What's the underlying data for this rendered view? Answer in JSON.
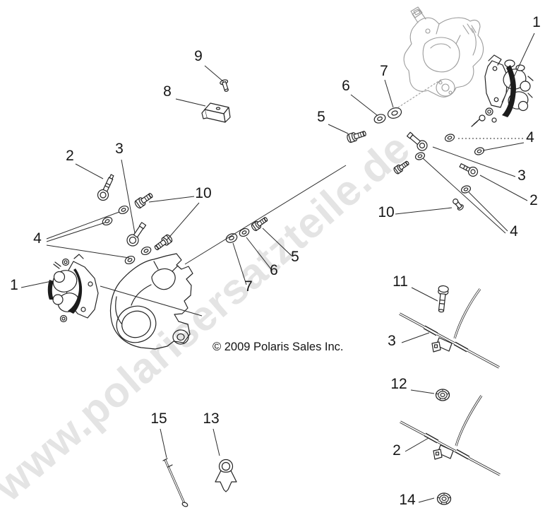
{
  "watermark": {
    "text": "www.polarisersatzteile.de"
  },
  "copyright": "© 2009 Polaris Sales Inc.",
  "callouts": {
    "c9": "9",
    "c8": "8",
    "c2_left": "2",
    "c3_left": "3",
    "c10_left": "10",
    "c4_left": "4",
    "c1_left": "1",
    "c7_mid": "7",
    "c6_mid": "6",
    "c5_mid": "5",
    "c1_right": "1",
    "c7_right": "7",
    "c6_right": "6",
    "c5_right": "5",
    "c4_right_top": "4",
    "c3_right": "3",
    "c2_right": "2",
    "c10_right": "10",
    "c4_right_bottom": "4",
    "c11": "11",
    "c3_line": "3",
    "c12": "12",
    "c2_line": "2",
    "c14": "14",
    "c15": "15",
    "c13": "13"
  },
  "colors": {
    "line": "#2b2b2b",
    "housing_line": "#9b9b9b",
    "watermark": "#e4e4e4"
  }
}
